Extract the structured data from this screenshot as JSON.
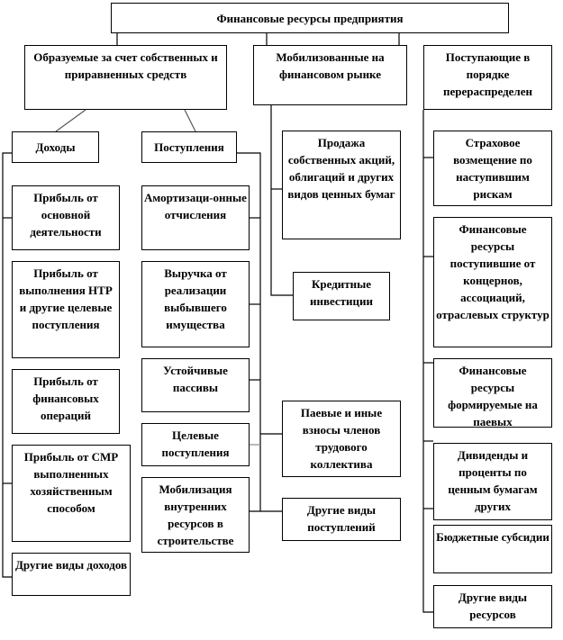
{
  "title": "Финансовые ресурсы предприятия",
  "groups": {
    "own": "Образуемые за счет собственных и приравненных средств",
    "market": "Мобилизованные на финансовом рынке",
    "redistribution": "Поступающие в порядке перераспределен"
  },
  "own": {
    "income_title": "Доходы",
    "receipts_title": "Поступления",
    "income": [
      "Прибыль от основной деятельности",
      "Прибыль от выполнения НТР и другие целевые поступления",
      "Прибыль от финансовых операций",
      "Прибыль от СМР выполненных хозяйственным способом",
      "Другие виды доходов"
    ],
    "receipts": [
      "Амортизаци-онные отчисления",
      "Выручка от реализации выбывшего имущества",
      "Устойчивые пассивы",
      "Целевые поступления",
      "Мобилизация внутренних ресурсов в строительстве"
    ]
  },
  "market": [
    "Продажа собственных акций, облигаций и других видов ценных бумаг",
    "Кредитные инвестиции",
    "Паевые и иные взносы членов трудового коллектива",
    "Другие виды поступлений"
  ],
  "redistribution": [
    "Страховое возмещение по наступившим рискам",
    "Финансовые ресурсы поступившие от концернов, ассоциаций, отраслевых структур",
    "Финансовые ресурсы формируемые на паевых",
    "Дивиденды и проценты по ценным бумагам других",
    "Бюджетные субсидии",
    "Другие виды ресурсов"
  ]
}
